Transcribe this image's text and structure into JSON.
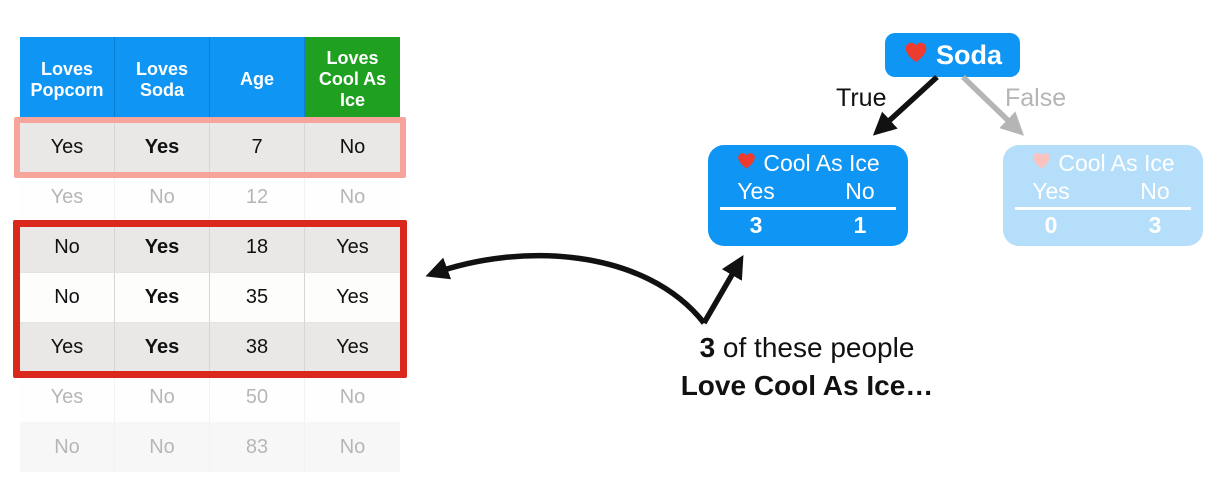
{
  "table": {
    "headers": [
      "Loves Popcorn",
      "Loves Soda",
      "Age",
      "Loves Cool As Ice"
    ],
    "rows": [
      {
        "cells": [
          "Yes",
          "Yes",
          "7",
          "No"
        ]
      },
      {
        "cells": [
          "Yes",
          "No",
          "12",
          "No"
        ]
      },
      {
        "cells": [
          "No",
          "Yes",
          "18",
          "Yes"
        ]
      },
      {
        "cells": [
          "No",
          "Yes",
          "35",
          "Yes"
        ]
      },
      {
        "cells": [
          "Yes",
          "Yes",
          "38",
          "Yes"
        ]
      },
      {
        "cells": [
          "Yes",
          "No",
          "50",
          "No"
        ]
      },
      {
        "cells": [
          "No",
          "No",
          "83",
          "No"
        ]
      }
    ]
  },
  "tree": {
    "root_label": "Soda",
    "true_branch_label": "True",
    "false_branch_label": "False",
    "true_leaf": {
      "title": "Cool As Ice",
      "yes_label": "Yes",
      "no_label": "No",
      "yes_count": "3",
      "no_count": "1"
    },
    "false_leaf": {
      "title": "Cool As Ice",
      "yes_label": "Yes",
      "no_label": "No",
      "yes_count": "0",
      "no_count": "3"
    }
  },
  "annotation": {
    "count": "3",
    "line1_rest": " of these people",
    "line2": "Love Cool As Ice…"
  },
  "icons": {
    "heart": "red-heart"
  },
  "colors": {
    "header_blue": "#0F95F4",
    "header_green": "#20A020",
    "node_blue": "#0F95F4",
    "highlight_red": "#DA291C",
    "highlight_pink": "#F7A49D",
    "row_gray": "#E9E8E6",
    "heart_red": "#ED3B2F",
    "branch_gray": "#B5B5B5",
    "arrow_black": "#111111"
  }
}
